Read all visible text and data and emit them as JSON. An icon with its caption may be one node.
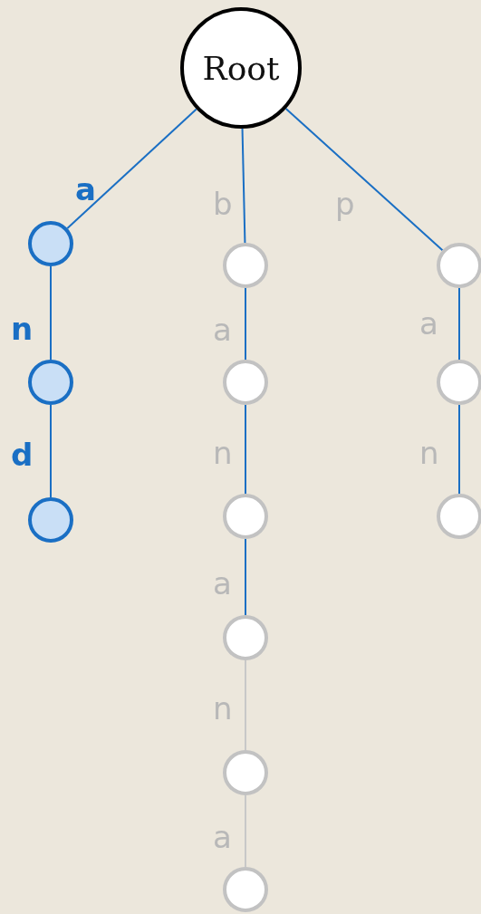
{
  "diagram": {
    "nodes": [
      {
        "text": [
          "Root"
        ]
      },
      {
        "text": [],
        "shape": "circle"
      },
      {
        "text": [],
        "shape": "circle"
      },
      {
        "text": [],
        "shape": "circle"
      },
      {
        "text": [],
        "shape": "circle"
      },
      {
        "text": [],
        "shape": "circle"
      },
      {
        "text": [],
        "shape": "circle"
      },
      {
        "text": [],
        "shape": "circle"
      },
      {
        "text": [],
        "shape": "circle"
      },
      {
        "text": [],
        "shape": "circle"
      },
      {
        "text": [],
        "shape": "circle"
      },
      {
        "text": [],
        "shape": "circle"
      },
      {
        "text": [],
        "shape": "circle"
      }
    ],
    "edges": [
      {
        "from": 0,
        "to": 1,
        "arrow": "none",
        "label": "a"
      },
      {
        "from": 1,
        "to": 2,
        "arrow": "none",
        "label": "n"
      },
      {
        "from": 2,
        "to": 3,
        "arrow": "none",
        "label": "d"
      },
      {
        "from": 0,
        "to": 4,
        "arrow": "none",
        "label": "b"
      },
      {
        "from": 4,
        "to": 5,
        "arrow": "none",
        "label": "a"
      },
      {
        "from": 5,
        "to": 6,
        "arrow": "none",
        "label": "n"
      },
      {
        "from": 6,
        "to": 7,
        "arrow": "none",
        "label": "a"
      },
      {
        "from": 7,
        "to": 8,
        "arrow": "none",
        "label": "n",
        "color": "#c8c8c8"
      },
      {
        "from": 8,
        "to": 9,
        "arrow": "none",
        "label": "a",
        "color": "#c8c8c8"
      },
      {
        "from": 0,
        "to": 10,
        "arrow": "none",
        "label": "p"
      },
      {
        "from": 10,
        "to": 11,
        "arrow": "none",
        "label": "a"
      },
      {
        "from": 11,
        "to": 12,
        "arrow": "none",
        "label": "n"
      }
    ]
  }
}
